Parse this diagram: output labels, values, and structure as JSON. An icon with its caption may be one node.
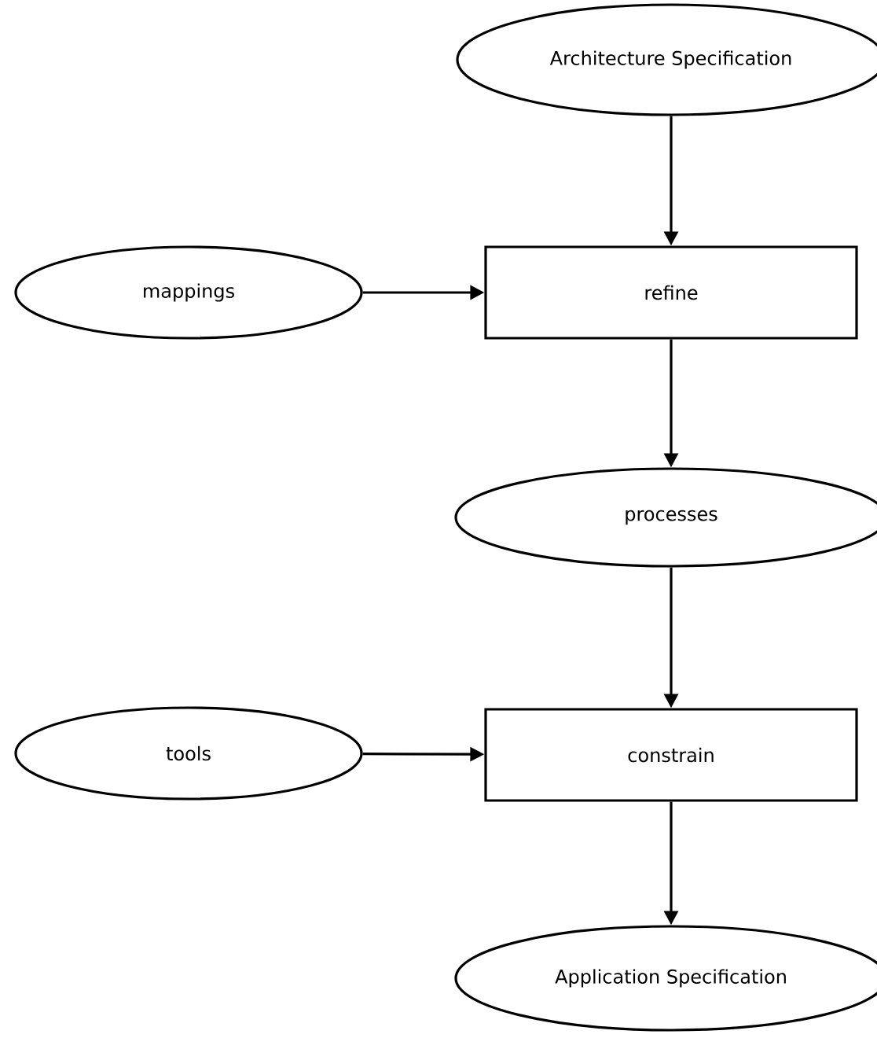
{
  "diagram": {
    "nodes": [
      {
        "text": [
          "Architecture Specification"
        ]
      },
      {
        "text": [
          "mappings"
        ]
      },
      {
        "text": [
          "refine"
        ]
      },
      {
        "text": [
          "processes"
        ]
      },
      {
        "text": [
          "tools"
        ]
      },
      {
        "text": [
          "constrain"
        ]
      },
      {
        "text": [
          "Application Specification"
        ]
      }
    ],
    "edges": [
      {
        "from": 0,
        "to": 2,
        "arrow": "to"
      },
      {
        "from": 1,
        "to": 2,
        "arrow": "to"
      },
      {
        "from": 2,
        "to": 3,
        "arrow": "to"
      },
      {
        "from": 3,
        "to": 5,
        "arrow": "to"
      },
      {
        "from": 4,
        "to": 5,
        "arrow": "to"
      },
      {
        "from": 5,
        "to": 6,
        "arrow": "to"
      }
    ]
  }
}
